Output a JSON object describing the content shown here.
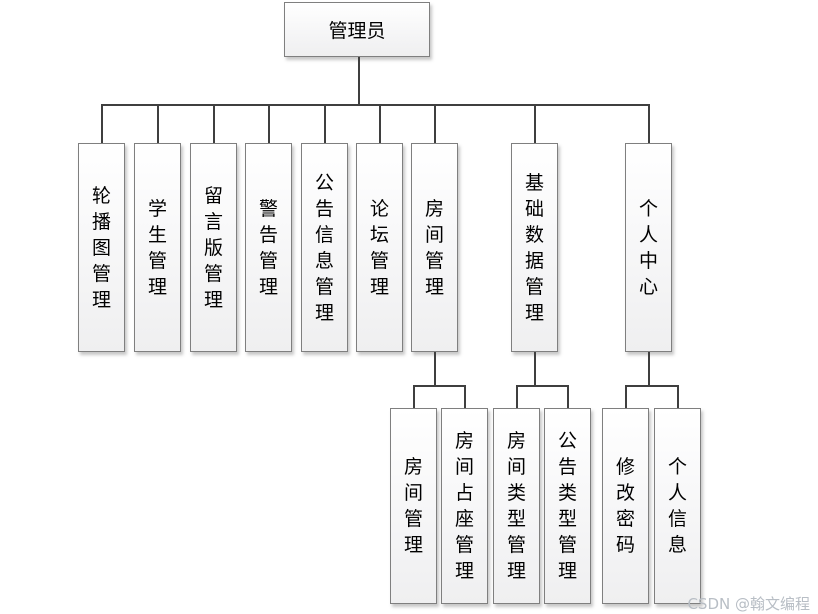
{
  "diagram": {
    "type": "org-tree",
    "root": {
      "label": "管理员"
    },
    "level1": [
      {
        "label": "轮播图管理"
      },
      {
        "label": "学生管理"
      },
      {
        "label": "留言版管理"
      },
      {
        "label": "警告管理"
      },
      {
        "label": "公告信息管理"
      },
      {
        "label": "论坛管理"
      },
      {
        "label": "房间管理"
      },
      {
        "label": "基础数据管理"
      },
      {
        "label": "个人中心"
      }
    ],
    "level2": {
      "room_children": [
        {
          "label": "房间管理"
        },
        {
          "label": "房间占座管理"
        }
      ],
      "basic_children": [
        {
          "label": "房间类型管理"
        },
        {
          "label": "公告类型管理"
        }
      ],
      "personal_children": [
        {
          "label": "修改密码"
        },
        {
          "label": "个人信息"
        }
      ]
    }
  },
  "watermark": {
    "text": "CSDN @翰文编程"
  },
  "colors": {
    "background": "#ffffff",
    "connector": "#3f3f3f",
    "node_border": "#7f7f7f",
    "node_fill_top": "#ffffff",
    "node_fill_bottom": "#efeff0",
    "text": "#000000",
    "watermark": "#b8bec5"
  }
}
